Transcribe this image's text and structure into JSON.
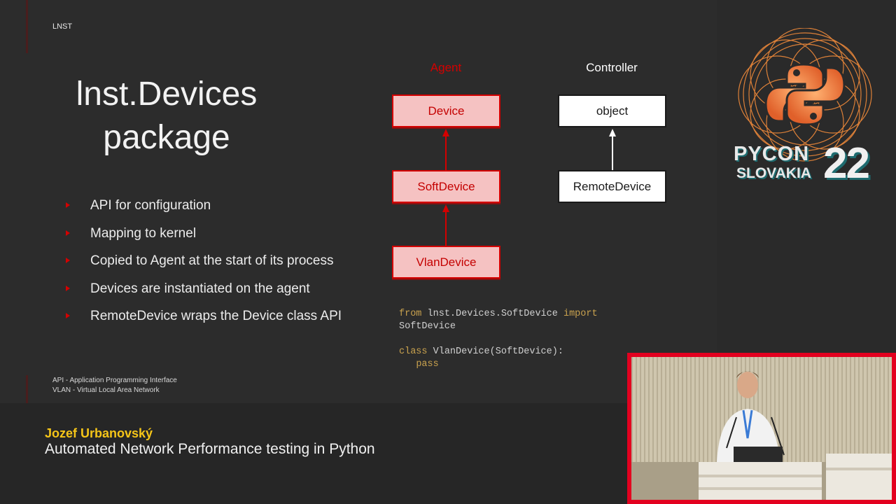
{
  "slide": {
    "section_label": "LNST",
    "title_line1": "lnst.Devices",
    "title_line2": "package",
    "bullets": [
      "API for configuration",
      "Mapping to kernel",
      "Copied to Agent at the start of its process",
      "Devices are instantiated on the agent",
      "RemoteDevice wraps the Device class API"
    ],
    "footnotes": [
      "API - Application Programming Interface",
      "VLAN - Virtual Local Area Network"
    ]
  },
  "diagram": {
    "agent_header": "Agent",
    "controller_header": "Controller",
    "agent_boxes": [
      "Device",
      "SoftDevice",
      "VlanDevice"
    ],
    "controller_boxes": [
      "object",
      "RemoteDevice"
    ]
  },
  "code": {
    "kw_from": "from",
    "module": "lnst.Devices.SoftDevice",
    "kw_import": "import",
    "imported": "SoftDevice",
    "kw_class": "class",
    "class_decl": "VlanDevice(SoftDevice):",
    "kw_pass": "pass"
  },
  "logo": {
    "line1": "PYCON",
    "line2": "SLOVAKIA",
    "number": "22"
  },
  "lower_third": {
    "speaker_name": "Jozef Urbanovský",
    "talk_title": "Automated Network Performance testing in Python"
  },
  "colors": {
    "accent_red": "#d40000",
    "name_yellow": "#f5c518",
    "video_border": "#e3001f"
  }
}
